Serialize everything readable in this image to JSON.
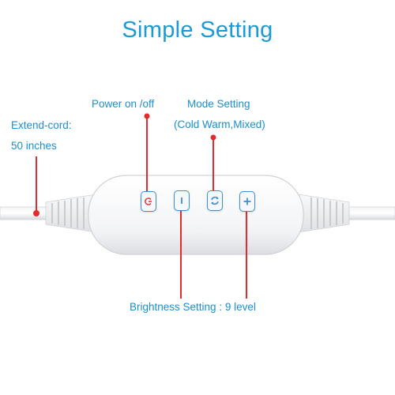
{
  "title": "Simple Setting",
  "labels": {
    "power": "Power on /off",
    "mode_line1": "Mode Setting",
    "mode_line2": "(Cold Warm,Mixed)",
    "cord_line1": "Extend-cord:",
    "cord_line2": "50 inches",
    "brightness": "Brightness Setting : 9 level"
  },
  "buttons": [
    {
      "name": "power",
      "icon": "power-icon"
    },
    {
      "name": "brightness-down",
      "icon": "minus-icon"
    },
    {
      "name": "mode",
      "icon": "cycle-icon"
    },
    {
      "name": "brightness-up",
      "icon": "plus-icon"
    }
  ],
  "colors": {
    "text_accent": "#1a9ad6",
    "pointer_red": "#e52b2b",
    "button_border": "#3b8fd6",
    "power_icon": "#e04040"
  }
}
